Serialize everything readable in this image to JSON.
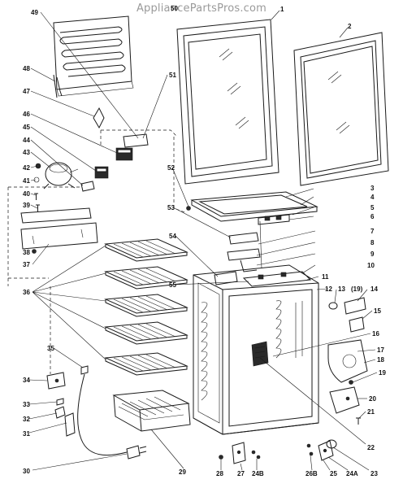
{
  "watermark": "AppliancePartsPros.com",
  "callouts": [
    "1",
    "2",
    "3",
    "4",
    "5",
    "6",
    "7",
    "8",
    "9",
    "10",
    "11",
    "12",
    "13",
    "(19)",
    "14",
    "15",
    "16",
    "17",
    "18",
    "19",
    "20",
    "21",
    "22",
    "23",
    "24A",
    "25",
    "26B",
    "24B",
    "27",
    "28",
    "29",
    "30",
    "31",
    "32",
    "33",
    "34",
    "35",
    "36",
    "37",
    "38",
    "39",
    "40",
    "41",
    "42",
    "43",
    "44",
    "45",
    "46",
    "47",
    "48",
    "49",
    "50",
    "51",
    "52",
    "53",
    "54",
    "55"
  ],
  "colors": {
    "line": "#1a1a1a",
    "text": "#111111",
    "watermark": "#9a9a9a",
    "background": "#ffffff"
  }
}
